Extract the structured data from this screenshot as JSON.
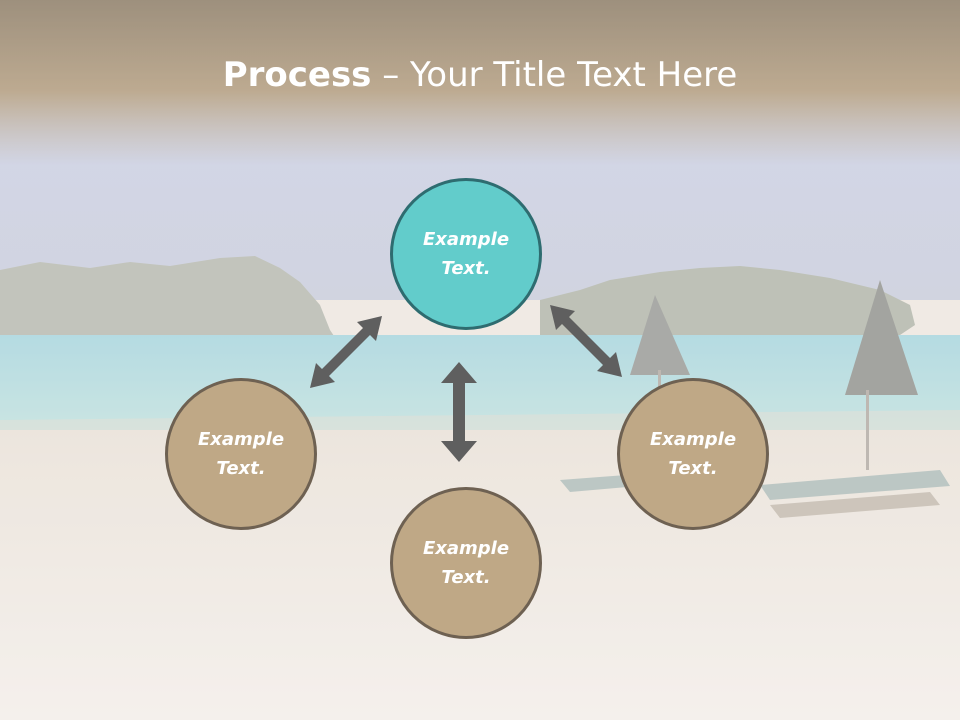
{
  "slide": {
    "title_bold": "Process",
    "title_rest": " – Your Title Text Here",
    "colors": {
      "header": "#9e8766",
      "node_top": "#62cccb",
      "node_other": "#bfa886",
      "arrow": "#5a5a5a"
    }
  },
  "diagram": {
    "nodes": [
      {
        "id": "top",
        "line1": "Example",
        "line2": "Text."
      },
      {
        "id": "left",
        "line1": "Example",
        "line2": "Text."
      },
      {
        "id": "right",
        "line1": "Example",
        "line2": "Text."
      },
      {
        "id": "bottom",
        "line1": "Example",
        "line2": "Text."
      }
    ]
  }
}
